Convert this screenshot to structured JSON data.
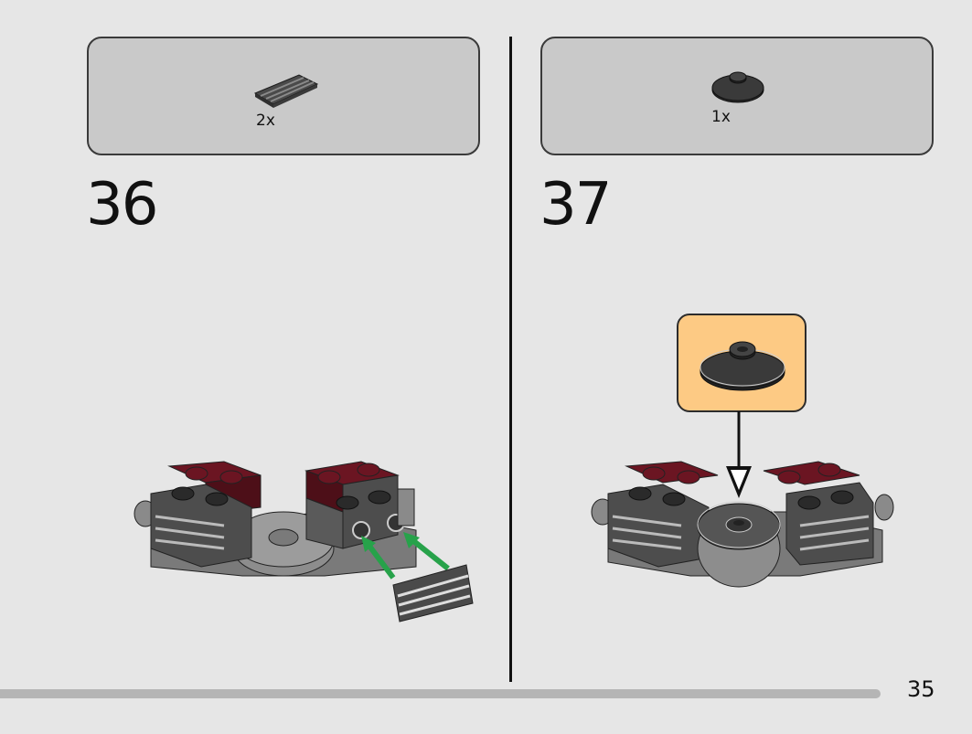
{
  "steps": [
    {
      "number": "36",
      "parts": [
        {
          "quantity": "2x",
          "part_icon": "grille-tile-icon",
          "color": "#5a5a5a"
        }
      ]
    },
    {
      "number": "37",
      "parts": [
        {
          "quantity": "1x",
          "part_icon": "round-plate-icon",
          "color": "#2a2a2a"
        }
      ]
    }
  ],
  "page_number": "35",
  "colors": {
    "background": "#e6e6e6",
    "parts_box": "#c9c9c9",
    "callout": "#fdca84",
    "arrow_green": "#27a24a",
    "dark_red": "#6b1522",
    "dark_gray": "#4d4d4d",
    "light_gray": "#8d8d8d"
  }
}
